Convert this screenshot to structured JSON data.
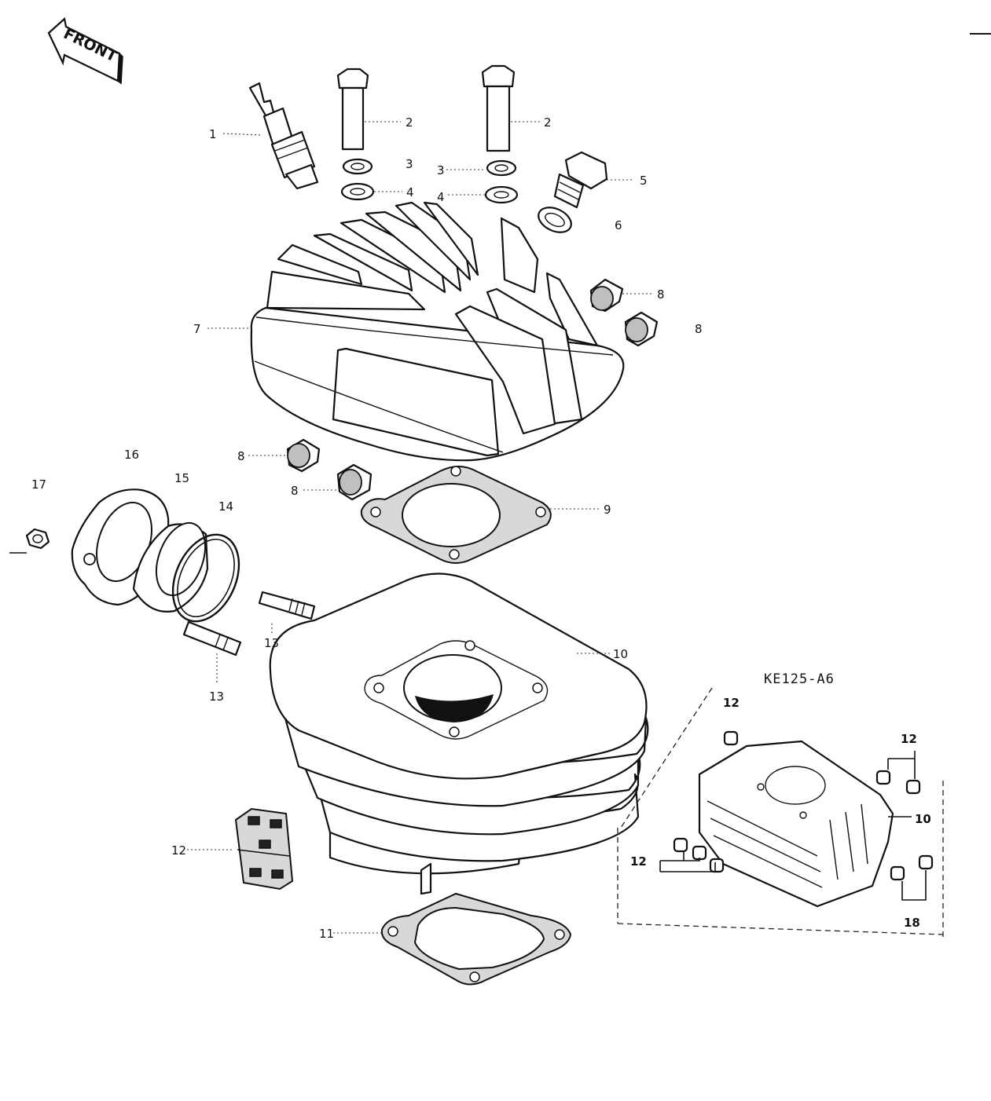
{
  "badge": {
    "text": "FRONT"
  },
  "model_code": "KE125-A6",
  "callouts": {
    "c1": "1",
    "c2a": "2",
    "c2b": "2",
    "c3a": "3",
    "c3b": "3",
    "c4a": "4",
    "c4b": "4",
    "c5": "5",
    "c6": "6",
    "c7": "7",
    "c8a": "8",
    "c8b": "8",
    "c8c": "8",
    "c8d": "8",
    "c9": "9",
    "c10": "10",
    "c10b": "10",
    "c11": "11",
    "c12a": "12",
    "c12b": "12",
    "c12c": "12",
    "c12d": "12",
    "c13a": "13",
    "c13b": "13",
    "c14": "14",
    "c15": "15",
    "c16": "16",
    "c17": "17",
    "c18": "18"
  }
}
